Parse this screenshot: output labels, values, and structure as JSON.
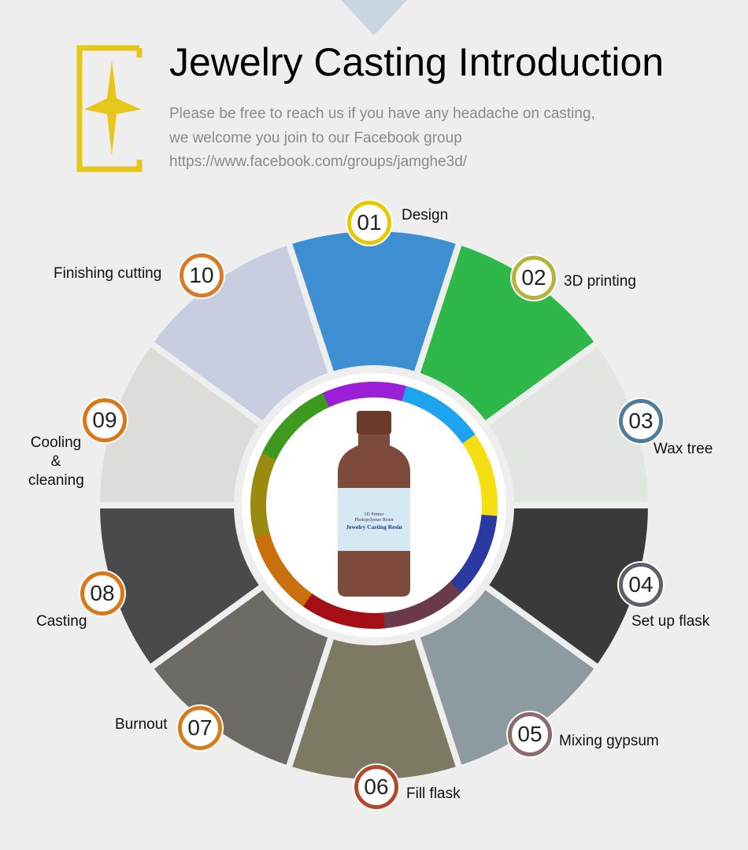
{
  "header": {
    "title": "Jewelry Casting Introduction",
    "lines": [
      "Please be free to reach us if you have any headache on casting,",
      "we welcome you join to our Facebook group",
      "https://www.facebook.com/groups/jamghe3d/"
    ]
  },
  "accent": "#e6c619",
  "bottle": {
    "label_line1": "3D Printer",
    "label_line2": "Photopolymer Resin",
    "label_title": "Jewelry Casting Resin"
  },
  "steps": [
    {
      "num": "01",
      "label": "Design",
      "badge_color": "#e8c800",
      "fill": "#3d8fd2"
    },
    {
      "num": "02",
      "label": "3D printing",
      "badge_color": "#b2b43c",
      "fill": "#2fb84a"
    },
    {
      "num": "03",
      "label": "Wax tree",
      "badge_color": "#4d7c9c",
      "fill": "#e2e6e0"
    },
    {
      "num": "04",
      "label": "Set up flask",
      "badge_color": "#5b6168",
      "fill": "#3a3a3a"
    },
    {
      "num": "05",
      "label": "Mixing gypsum",
      "badge_color": "#8c6a6a",
      "fill": "#8d9aa0"
    },
    {
      "num": "06",
      "label": "Fill flask",
      "badge_color": "#b04a2a",
      "fill": "#7c7a62"
    },
    {
      "num": "07",
      "label": "Burnout",
      "badge_color": "#d87a20",
      "fill": "#6e6a66"
    },
    {
      "num": "08",
      "label": "Casting",
      "badge_color": "#d8781a",
      "fill": "#4a4a4c"
    },
    {
      "num": "09",
      "label": "Cooling & cleaning",
      "badge_color": "#d8781a",
      "fill": "#dedcd8"
    },
    {
      "num": "10",
      "label": "Finishing cutting",
      "badge_color": "#d87a2a",
      "fill": "#c9cde0"
    }
  ],
  "ring_colors": [
    "#9b1fd6",
    "#1ea3ee",
    "#f5df12",
    "#2b3aa0",
    "#6b3a4a",
    "#a30f14",
    "#c8700c",
    "#9a8a10",
    "#3d9a1e"
  ]
}
